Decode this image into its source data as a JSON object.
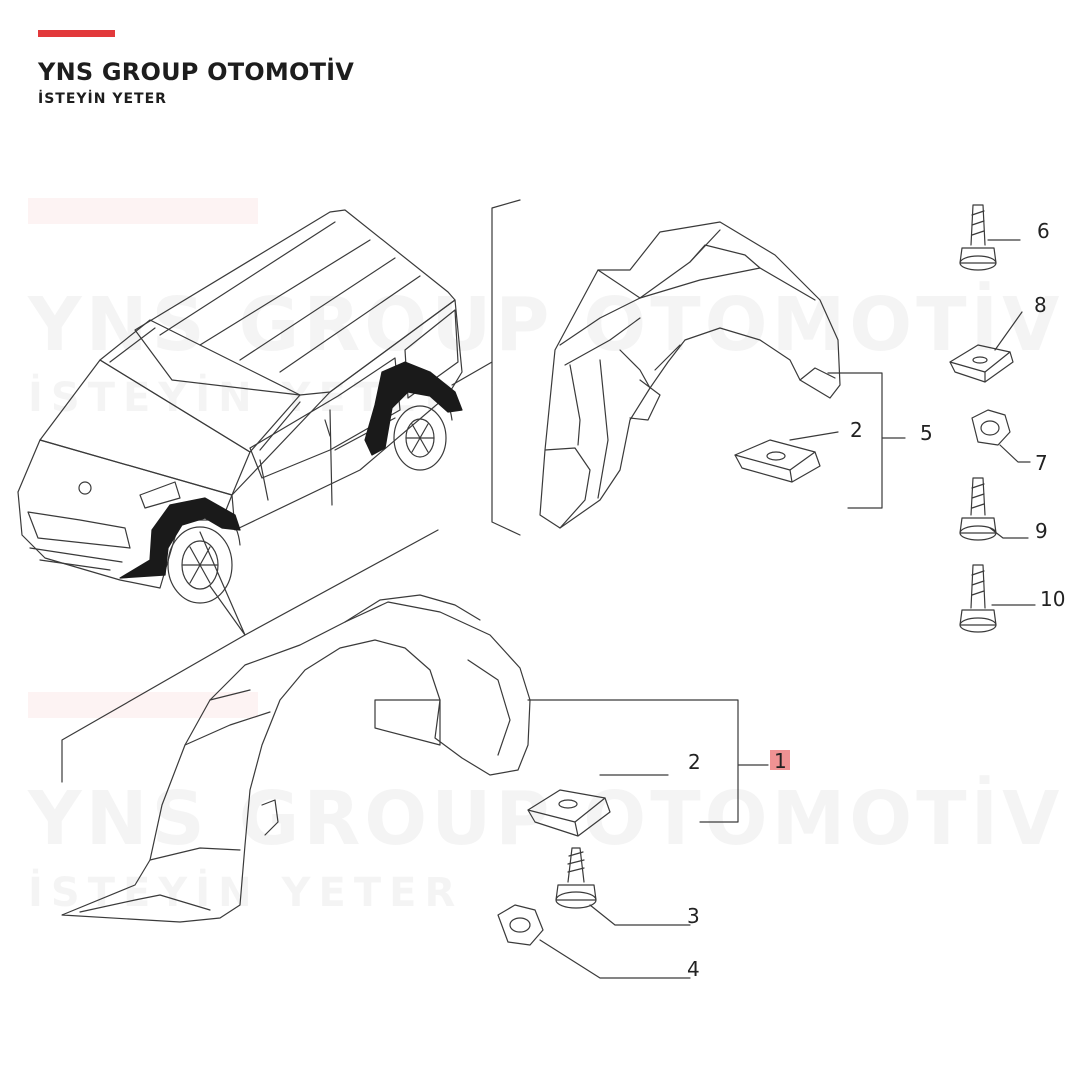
{
  "brand": {
    "title": "YNS GROUP OTOMOTİV",
    "tagline": "İSTEYİN YETER",
    "accent_color": "#e2393b"
  },
  "callouts": {
    "c1": "1",
    "c2a": "2",
    "c2b": "2",
    "c3": "3",
    "c4": "4",
    "c5": "5",
    "c6": "6",
    "c7": "7",
    "c8": "8",
    "c9": "9",
    "c10": "10"
  },
  "highlight_color": "#e2393b"
}
